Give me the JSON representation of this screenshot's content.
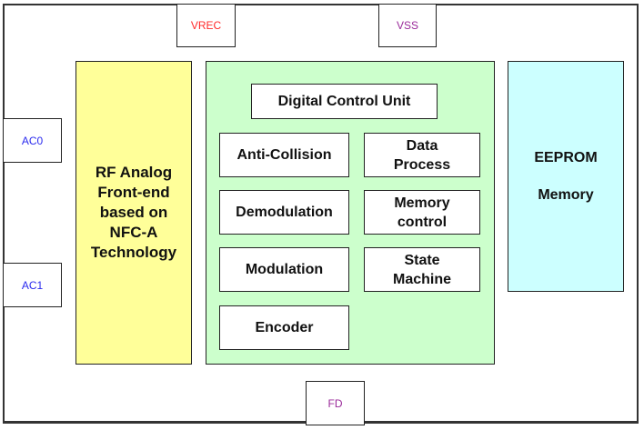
{
  "pins": {
    "vrec": "VREC",
    "vss": "VSS",
    "ac0": "AC0",
    "ac1": "AC1",
    "fd": "FD"
  },
  "blocks": {
    "rf_frontend": "RF Analog Front-end based on NFC-A Technology",
    "digital_control_unit": "Digital Control Unit",
    "anti_collision": "Anti-Collision",
    "data_process": "Data Process",
    "demodulation": "Demodulation",
    "memory_control": "Memory control",
    "modulation": "Modulation",
    "state_machine": "State Machine",
    "encoder": "Encoder",
    "eeprom_line1": "EEPROM",
    "eeprom_line2": "Memory"
  },
  "colors": {
    "rf_fill": "#ffff99",
    "digital_fill": "#ccffcc",
    "eeprom_fill": "#ccffff",
    "vrec_text": "#ff2a2a",
    "vss_fd_text": "#9a2a9a",
    "ac_text": "#2a2aee"
  }
}
